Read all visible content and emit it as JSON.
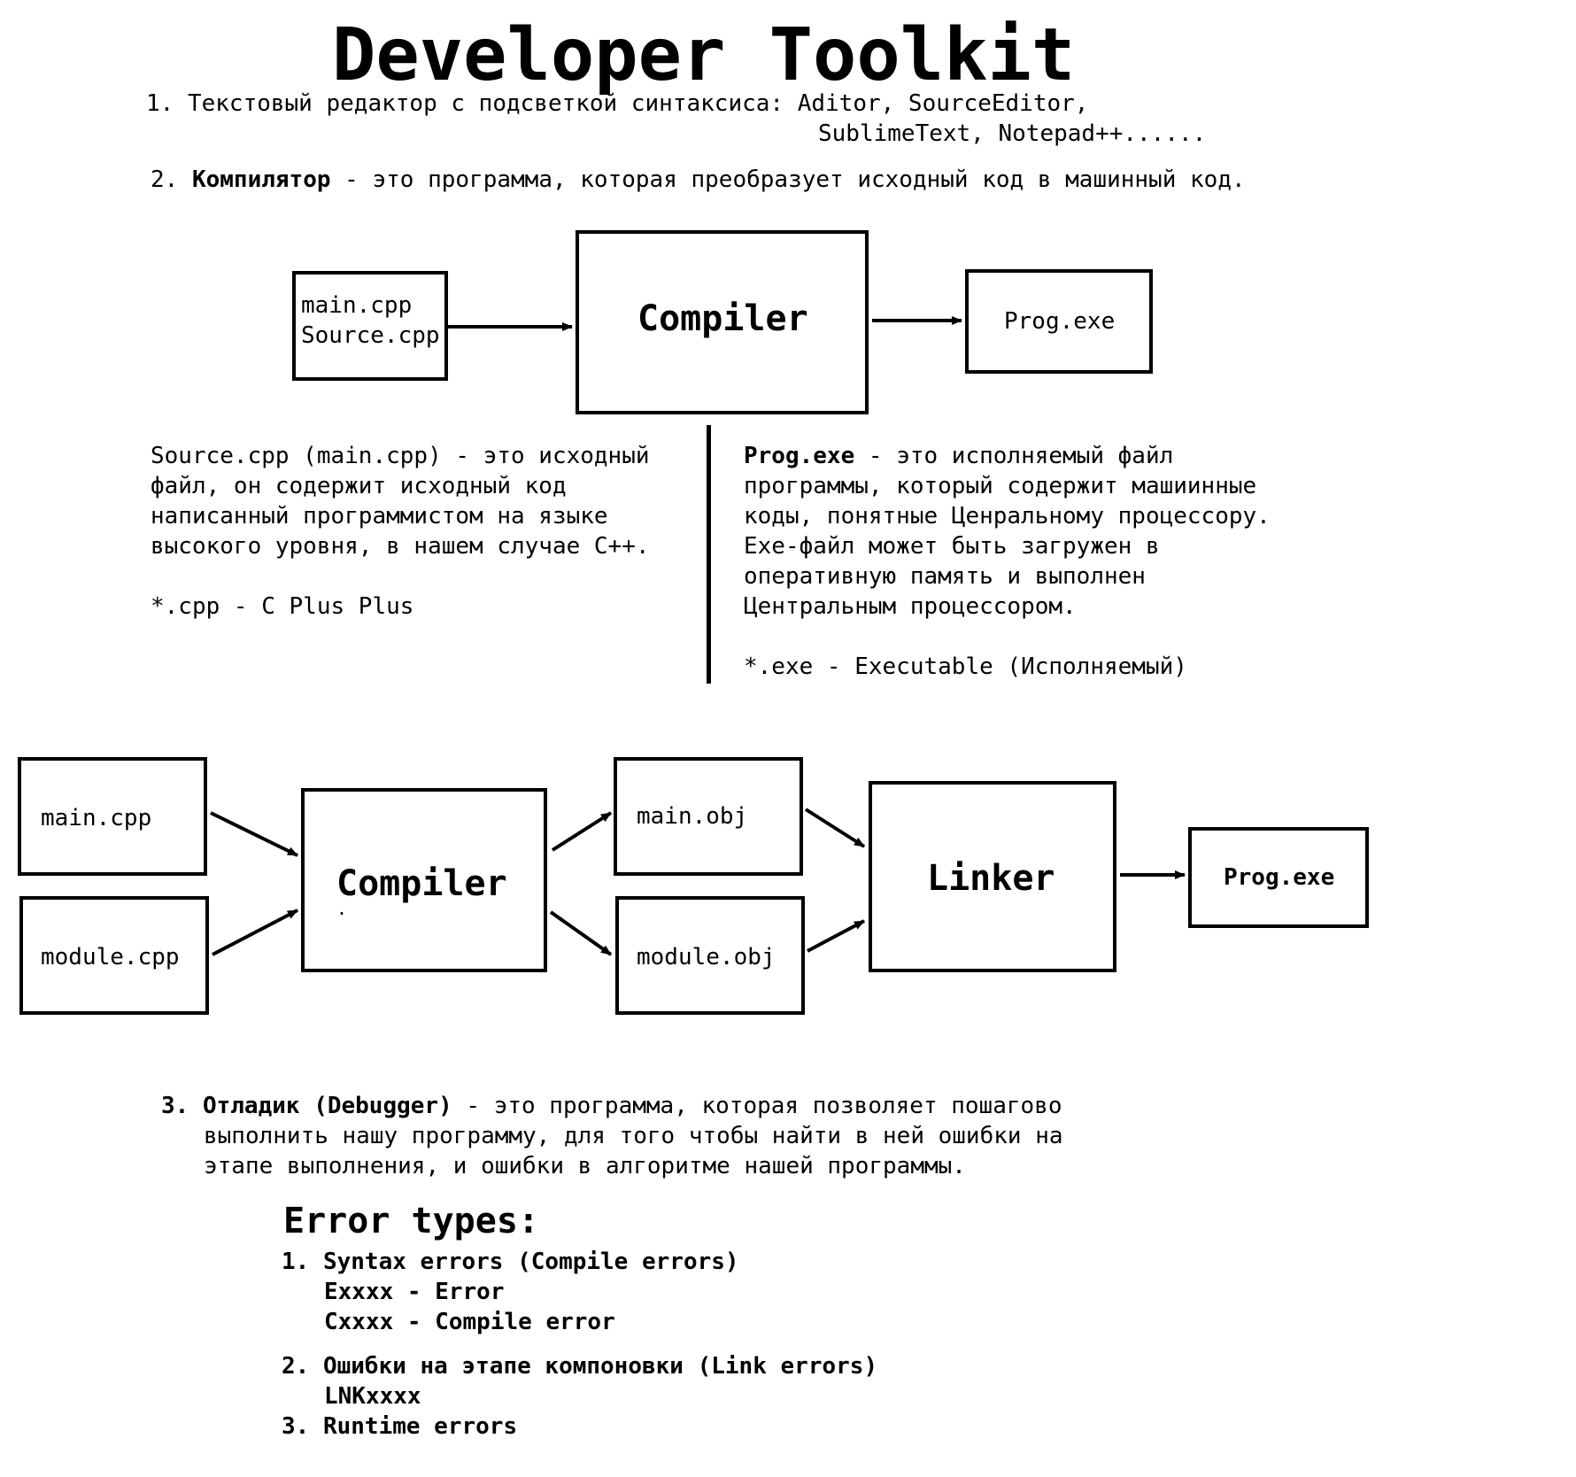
{
  "title": "Developer Toolkit",
  "item1": {
    "line1": "1. Текстовый редактор с подсветкой синтаксиса: Aditor, SourceEditor,",
    "line2": "SublimeText, Notepad++......"
  },
  "item2": {
    "num": "2. ",
    "term": "Компилятор",
    "rest": " - это программа, которая преобразует исходный код в машинный код."
  },
  "diagram1": {
    "source_box": [
      "main.cpp",
      "Source.cpp"
    ],
    "compiler": "Compiler",
    "output": "Prog.exe"
  },
  "left_desc": {
    "lines": [
      "Source.cpp (main.cpp) - это исходный",
      "файл, он содержит исходный код",
      "написанный программистом на языке",
      "высокого уровня, в нашем случае C++."
    ],
    "ext": "*.cpp - C Plus Plus"
  },
  "right_desc": {
    "term": "Prog.exe",
    "line1_rest": " - это исполняемый файл",
    "lines": [
      "программы, который содержит машиинные",
      "коды, понятные Ценральному процессору.",
      "Exe-файл может быть загружен в",
      "оперативную память и выполнен",
      "Центральным процессором."
    ],
    "ext": "*.exe - Executable (Исполняемый)"
  },
  "diagram2": {
    "main_cpp": "main.cpp",
    "module_cpp": "module.cpp",
    "compiler": "Compiler",
    "compiler_dot": ".",
    "main_obj": "main.obj",
    "module_obj": "module.obj",
    "linker": "Linker",
    "output": "Prog.exe"
  },
  "item3": {
    "num": "3. ",
    "term": "Отладик (Debugger)",
    "line1_rest": " - это программа, которая позволяет пошагово",
    "line2": "выполнить нашу программу, для того чтобы найти в ней ошибки на",
    "line3": "этапе выполнения, и ошибки в алгоритме нашей программы."
  },
  "errors": {
    "heading": "Error types:",
    "e1": "1. Syntax errors (Compile errors)",
    "e1a": "Exxxx - Error",
    "e1b": "Cxxxx - Compile error",
    "e2": "2. Ошибки на этапе компоновки (Link errors)",
    "e2a": "LNKxxxx",
    "e3": "3. Runtime errors"
  }
}
